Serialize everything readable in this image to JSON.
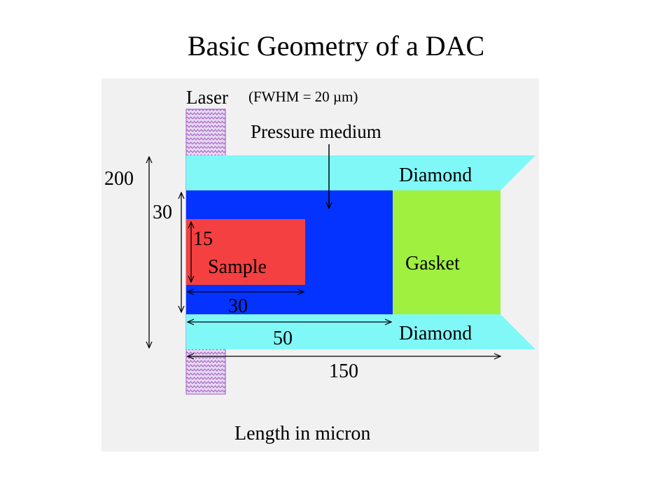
{
  "title": "Basic Geometry of a DAC",
  "labels": {
    "laser": "Laser",
    "fwhm": "(FWHM  = 20 µm)",
    "pressure_medium": "Pressure medium",
    "diamond_top": "Diamond",
    "diamond_bottom": "Diamond",
    "gasket": "Gasket",
    "sample_size": "15",
    "sample": "Sample",
    "footer": "Length in micron"
  },
  "dimensions": {
    "overall_height": "200",
    "chamber_height": "30",
    "sample_width": "30",
    "chamber_width": "50",
    "gasket_outer_width": "150"
  },
  "colors": {
    "panel": "#f1f1f1",
    "diamond": "#80f8f8",
    "pressure_medium": "#0433ff",
    "sample": "#f44040",
    "gasket": "#a0f040",
    "laser": "#c080d8"
  }
}
